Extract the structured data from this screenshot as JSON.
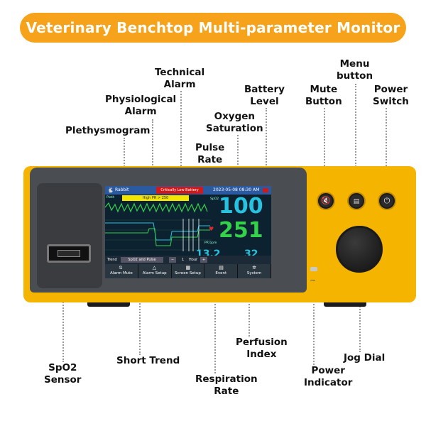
{
  "banner": {
    "title": "Veterinary Benchtop Multi-parameter Monitor"
  },
  "callouts": {
    "technical_alarm": "Technical\nAlarm",
    "physiological_alarm": "Physiological\nAlarm",
    "plethysmogram": "Plethysmogram",
    "battery_level": "Battery\nLevel",
    "oxygen_saturation": "Oxygen\nSaturation",
    "pulse_rate": "Pulse\nRate",
    "mute_button": "Mute\nButton",
    "menu_button": "Menu\nbutton",
    "power_switch": "Power\nSwitch",
    "spo2_sensor": "SpO2\nSensor",
    "short_trend": "Short Trend",
    "respiration_rate": "Respiration\nRate",
    "perfusion_index": "Perfusion\nIndex",
    "power_indicator": "Power\nIndicator",
    "jog_dial": "Jog Dial"
  },
  "screen": {
    "patient": "Rabbit",
    "technical_alarm_text": "Critically Low Battery",
    "physio_alarm_text": "High PR  >  250",
    "datetime": "2023-05-08  08:30 AM",
    "pleth_label": "Pleth",
    "spo2_value": "100",
    "pr_value": "251",
    "pr_unit": "PR bpm",
    "rr_value": "13.2",
    "pi_value": "32",
    "trend_label": "Trend",
    "trend_select": "SpO2 and Pulse",
    "trend_minus": "−",
    "trend_value": "1",
    "trend_unit": "Hour",
    "trend_plus": "+",
    "menu": [
      "Alarm Mute",
      "Alarm Setup",
      "Screen Setup",
      "Event",
      "System"
    ]
  },
  "icons": {
    "mute": "speaker-muted-icon",
    "menu": "document-icon",
    "power": "power-icon"
  },
  "colors": {
    "banner": "#f6a21a",
    "housing": "#f4b400",
    "spo2": "#27c2e0",
    "pulse": "#34d24a",
    "alarm_red": "#d01a1a",
    "alarm_yellow": "#f2e600"
  }
}
